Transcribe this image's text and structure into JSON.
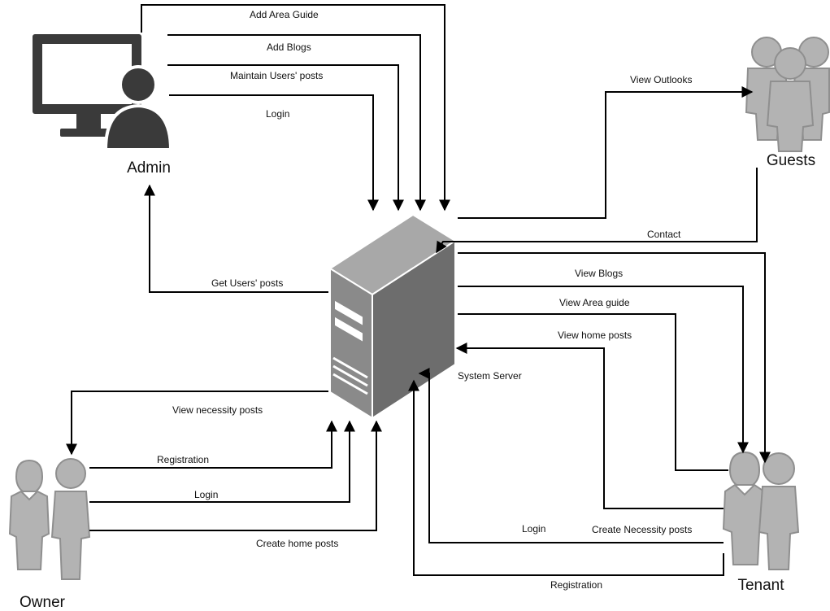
{
  "actors": {
    "admin": "Admin",
    "guests": "Guests",
    "owner": "Owner",
    "tenant": "Tenant",
    "server": "System Server"
  },
  "edges": {
    "add_area_guide": "Add Area Guide",
    "add_blogs": "Add Blogs",
    "maintain_users_posts": "Maintain Users' posts",
    "admin_login": "Login",
    "get_users_posts": "Get Users' posts",
    "view_outlooks": "View Outlooks",
    "contact": "Contact",
    "view_blogs": "View Blogs",
    "view_area_guide": "View Area guide",
    "view_home_posts": "View home posts",
    "view_necessity_posts": "View necessity posts",
    "owner_registration": "Registration",
    "owner_login": "Login",
    "create_home_posts": "Create home posts",
    "tenant_login": "Login",
    "create_necessity_posts": "Create Necessity posts",
    "tenant_registration": "Registration"
  },
  "colors": {
    "icon_dark": "#3a3a3a",
    "person_gray": "#b3b3b3",
    "person_edge": "#8f8f8f",
    "server_front": "#8a8a8a",
    "server_side": "#6d6d6d",
    "server_top": "#a8a8a8"
  }
}
